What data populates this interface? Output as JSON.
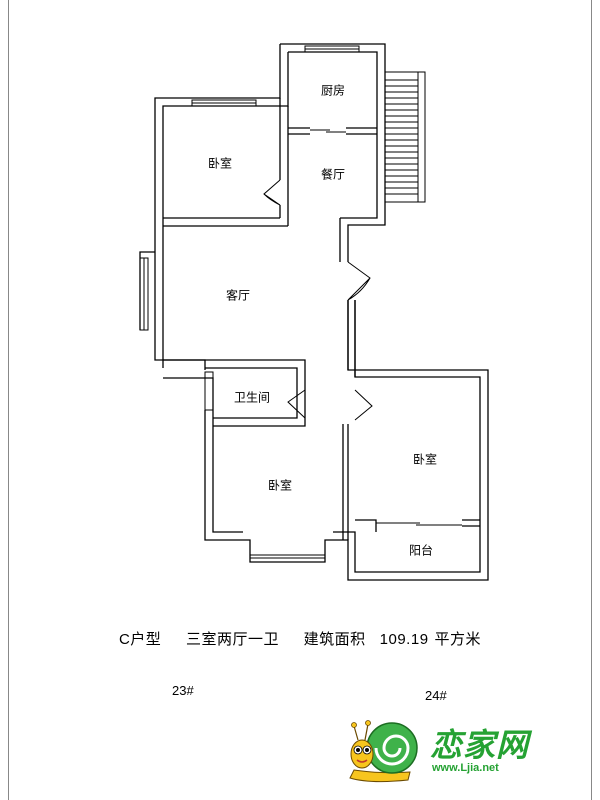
{
  "rooms": {
    "kitchen": "厨房",
    "dining": "餐厅",
    "bedroom_nw": "卧室",
    "living": "客厅",
    "bathroom": "卫生间",
    "bedroom_e": "卧室",
    "bedroom_s": "卧室",
    "balcony": "阳台"
  },
  "caption": {
    "unit_type": "C户型",
    "layout": "三室两厅一卫",
    "area_label": "建筑面积",
    "area_value": "109.19",
    "area_unit": "平方米"
  },
  "buildings": {
    "left": "23#",
    "right": "24#"
  },
  "logo": {
    "name": "恋家网",
    "url": "www.Ljia.net",
    "brand_color": "#25a233"
  },
  "colors": {
    "wall": "#000000"
  }
}
